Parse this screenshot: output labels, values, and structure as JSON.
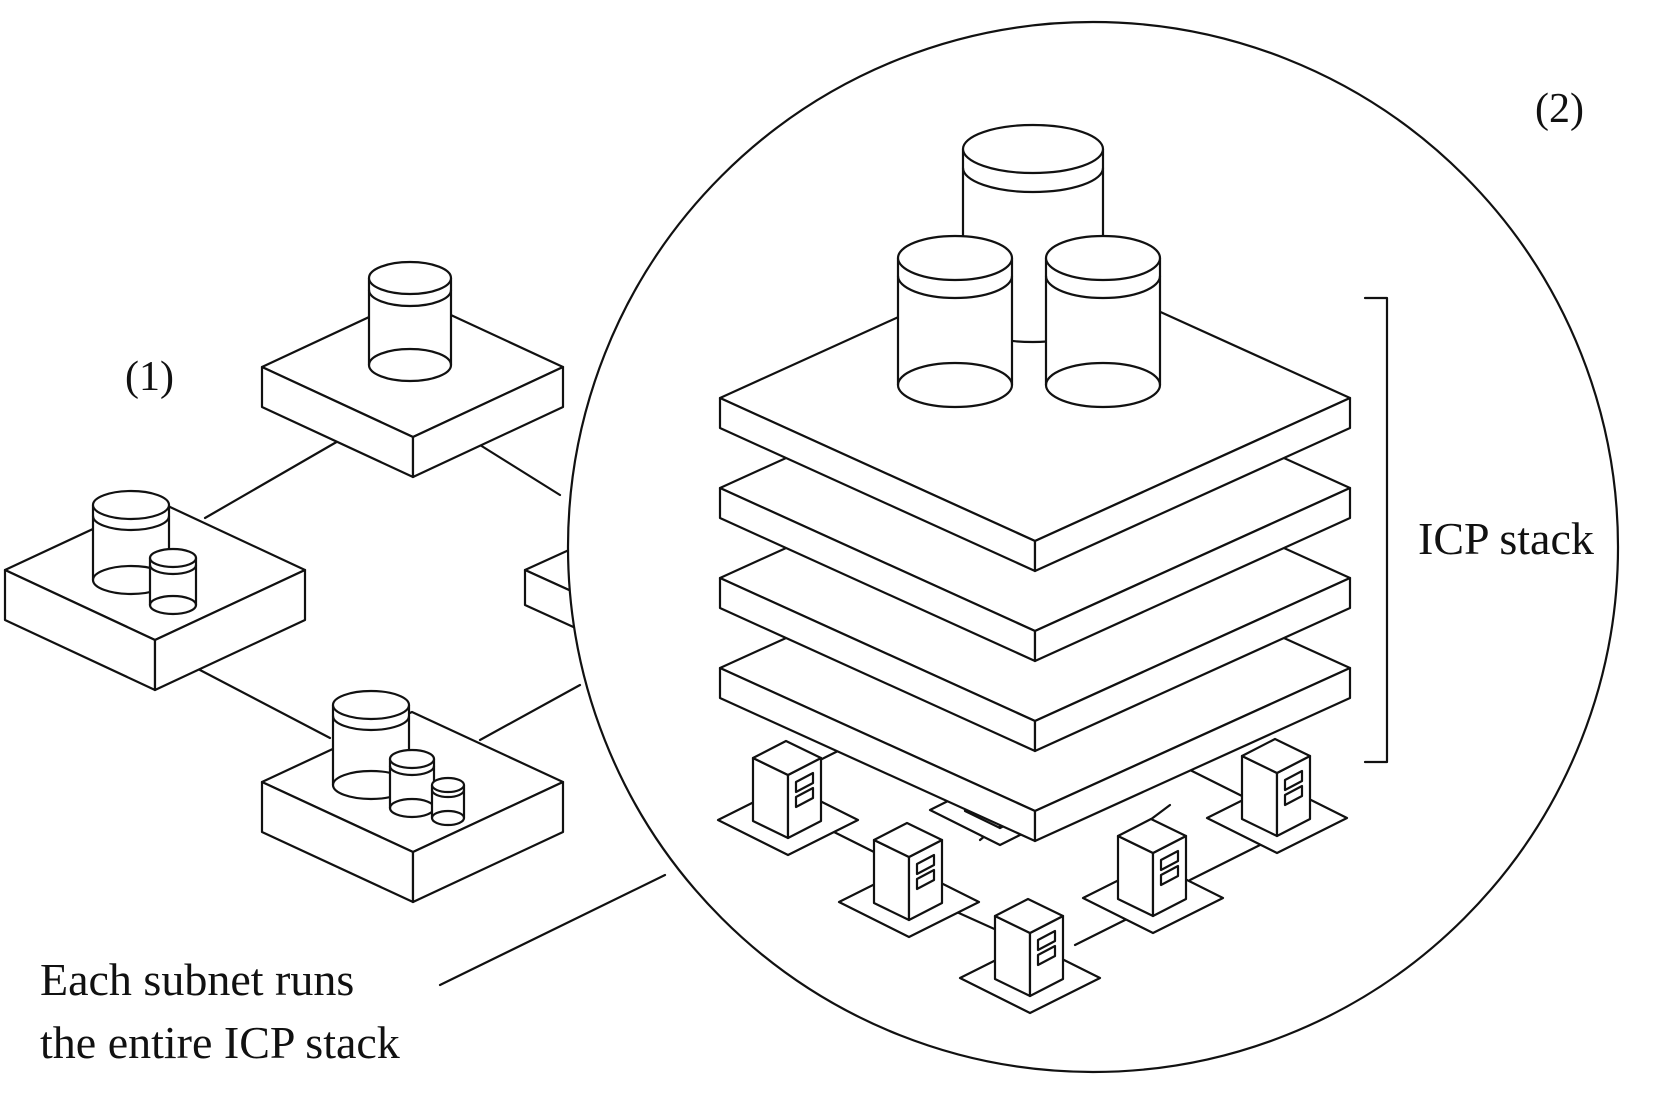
{
  "labels": {
    "marker_1": "(1)",
    "marker_2": "(2)",
    "icp_stack": "ICP stack",
    "caption_line_1": "Each subnet runs",
    "caption_line_2": "the entire ICP stack"
  },
  "colors": {
    "stroke": "#111111",
    "background": "#ffffff"
  },
  "network": {
    "subnet_count": 5,
    "node_count_in_zoom": 6,
    "stack_layer_count": 4
  }
}
